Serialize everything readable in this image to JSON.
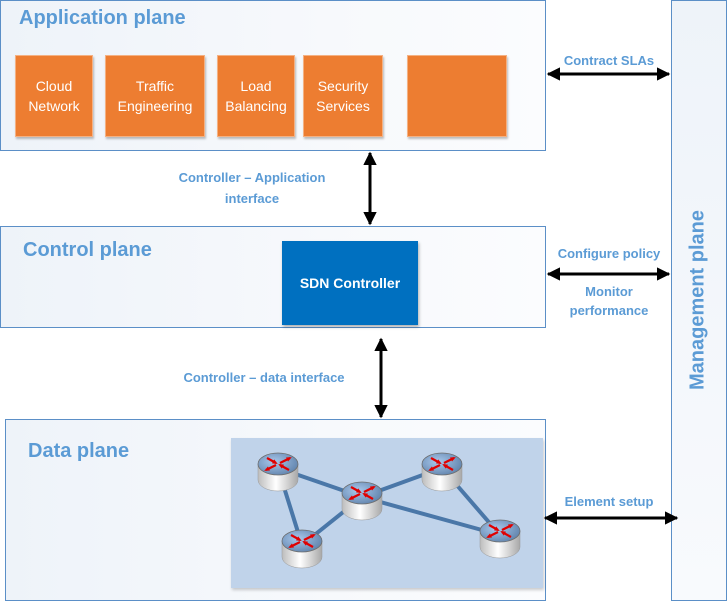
{
  "diagram": {
    "title": "SDN architecture planes",
    "application_plane": {
      "title": "Application plane",
      "applications": [
        {
          "line1": "Cloud",
          "line2": "Network"
        },
        {
          "line1": "Traffic",
          "line2": "Engineering"
        },
        {
          "line1": "Load",
          "line2": "Balancing"
        },
        {
          "line1": "Security",
          "line2": "Services"
        },
        {
          "line1": "",
          "line2": ""
        }
      ]
    },
    "control_plane": {
      "title": "Control plane",
      "controller": "SDN Controller"
    },
    "data_plane": {
      "title": "Data plane",
      "network": {
        "nodes": [
          "router-1",
          "router-2",
          "router-3",
          "router-4",
          "router-5"
        ],
        "links": [
          [
            "router-1",
            "router-3"
          ],
          [
            "router-1",
            "router-4"
          ],
          [
            "router-3",
            "router-2"
          ],
          [
            "router-3",
            "router-4"
          ],
          [
            "router-3",
            "router-5"
          ],
          [
            "router-2",
            "router-5"
          ]
        ]
      }
    },
    "management_plane": {
      "title": "Management plane"
    },
    "interfaces": {
      "controller_application": {
        "line1": "Controller – Application",
        "line2": "interface"
      },
      "controller_data": "Controller – data interface",
      "contract_slas": "Contract SLAs",
      "configure_policy": "Configure policy",
      "monitor_performance": {
        "line1": "Monitor",
        "line2": "performance"
      },
      "element_setup": "Element setup"
    },
    "colors": {
      "accent_text": "#5b9bd5",
      "application_box": "#ed7d31",
      "controller_box": "#0070c0",
      "plane_border": "#5b8fc7",
      "network_area": "#c0d3ea",
      "link": "#4a77a8",
      "router_arrows": "#e00000"
    }
  }
}
